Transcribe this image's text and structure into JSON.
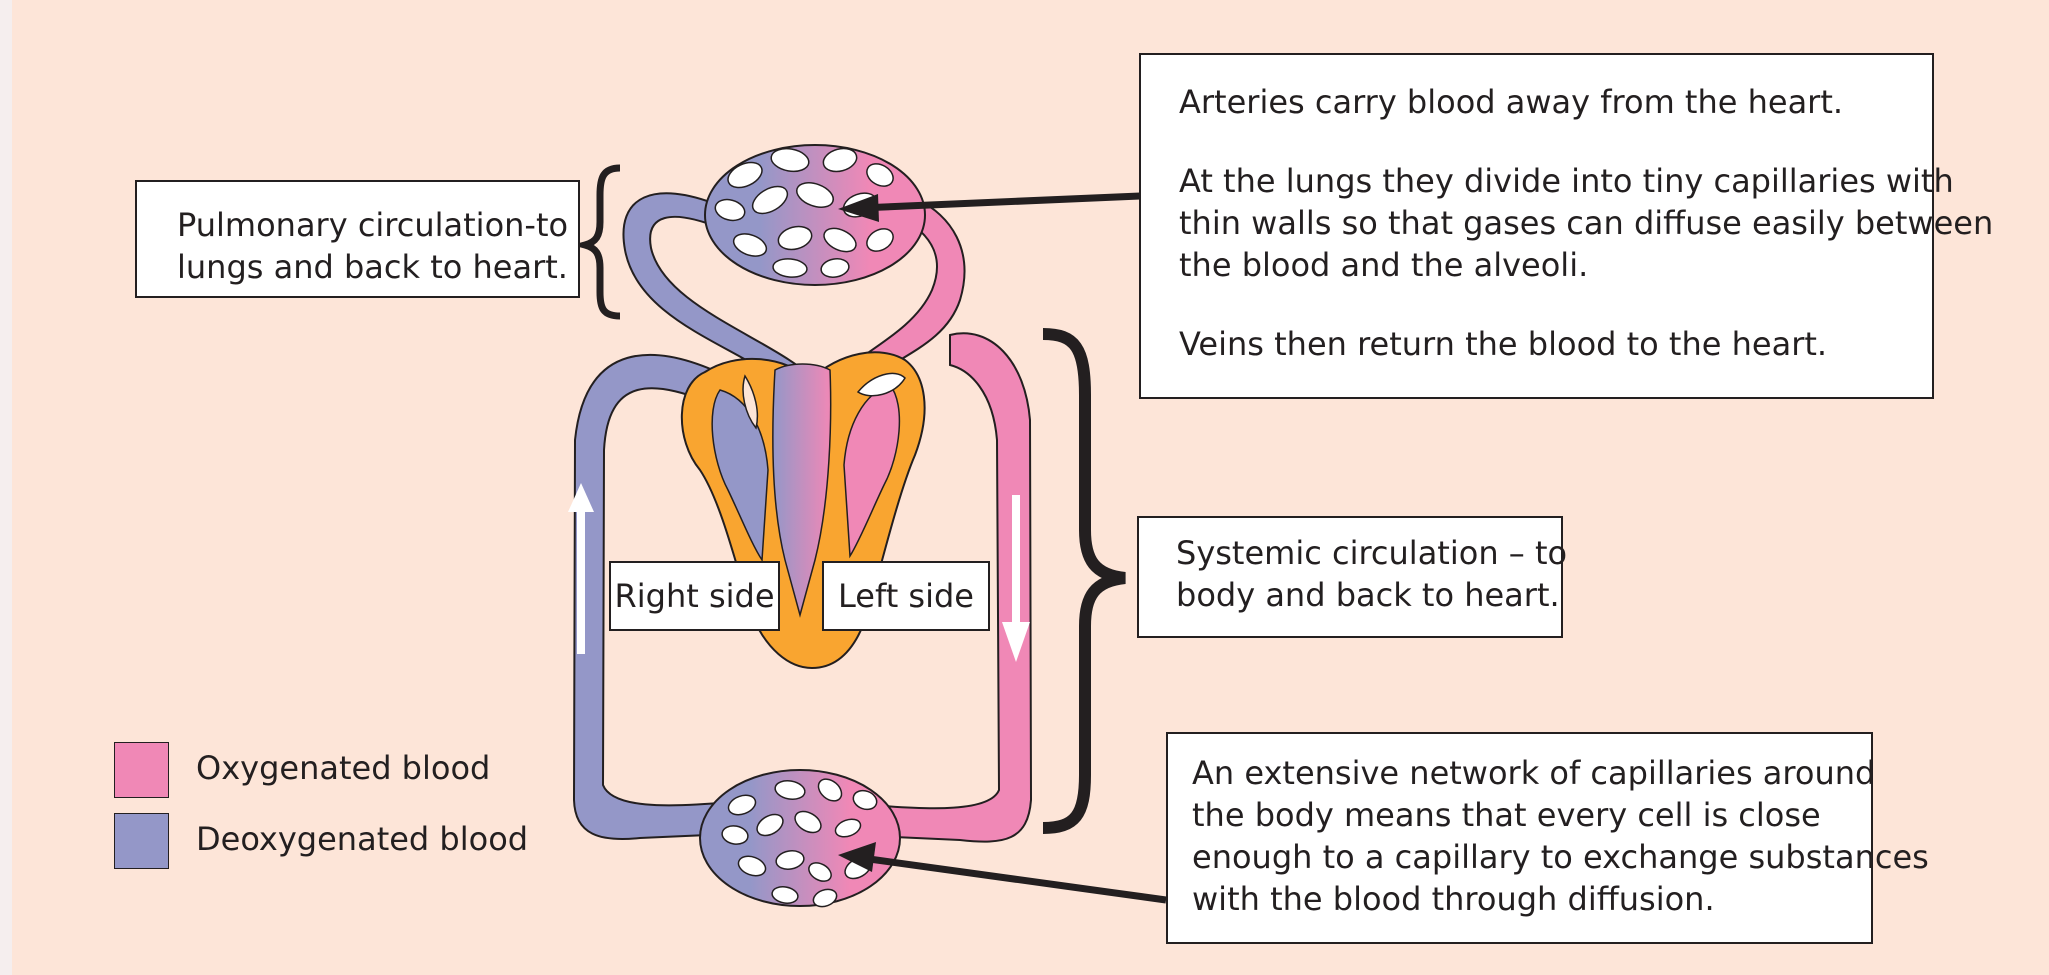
{
  "diagram": {
    "pulmonary_label": {
      "line1": "Pulmonary circulation-to",
      "line2": "lungs and back to heart."
    },
    "arteries_note": {
      "line1": "Arteries carry blood away from the heart.",
      "line2": "At the lungs they divide into tiny capillaries with",
      "line3": "thin walls so that gases can diffuse easily between",
      "line4": "the blood and the alveoli.",
      "line5": "Veins then return the blood to the heart."
    },
    "systemic_label": {
      "line1": "Systemic circulation – to",
      "line2": "body and back to heart."
    },
    "capillary_note": {
      "line1": "An extensive network of capillaries around",
      "line2": "the body means that every cell is close",
      "line3": "enough to a capillary to exchange substances",
      "line4": "with the blood through diffusion."
    },
    "heart_labels": {
      "right": "Right side",
      "left": "Left side"
    }
  },
  "legend": {
    "oxygenated": {
      "label": "Oxygenated blood",
      "color": "#f088b6"
    },
    "deoxygenated": {
      "label": "Deoxygenated blood",
      "color": "#9497c8"
    }
  },
  "colors": {
    "background": "#fde5d8",
    "heart_wall": "#f9a530",
    "outline": "#231f20"
  }
}
